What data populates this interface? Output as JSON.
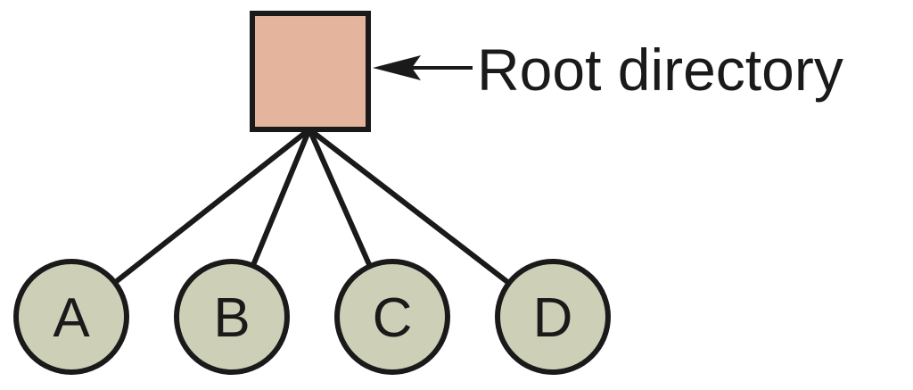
{
  "diagram": {
    "type": "tree",
    "root": {
      "label": "Root directory",
      "shape": "square",
      "fill": "#e5b49c"
    },
    "children": [
      {
        "label": "A",
        "shape": "circle"
      },
      {
        "label": "B",
        "shape": "circle"
      },
      {
        "label": "C",
        "shape": "circle"
      },
      {
        "label": "D",
        "shape": "circle"
      }
    ],
    "child_fill": "#cdcfb7",
    "stroke_color": "#1a1a1a"
  }
}
